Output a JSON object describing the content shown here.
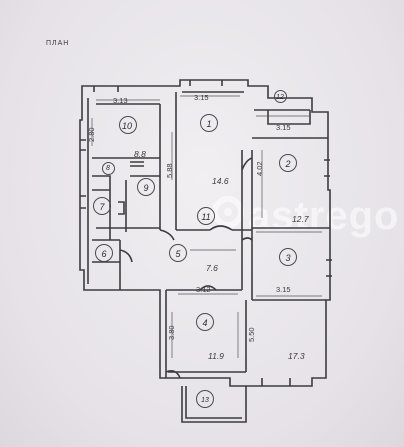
{
  "header": {
    "title": "ПЛАН"
  },
  "watermark": {
    "text": "astrego"
  },
  "dimensions": {
    "d_313": "3.13",
    "d_315_top": "3.15",
    "d_315_right": "3.15",
    "d_280": "2.80",
    "d_588": "5.88",
    "d_402": "4.02",
    "d_312": "3.12",
    "d_315_mid": "3.15",
    "d_380": "3.80",
    "d_550": "5.50"
  },
  "areas": {
    "a_88": "8.8",
    "a_146": "14.6",
    "a_127": "12.7",
    "a_76": "7.6",
    "a_119": "11.9",
    "a_173": "17.3"
  },
  "rooms": {
    "r1": "1",
    "r2": "2",
    "r3": "3",
    "r4": "4",
    "r5": "5",
    "r6": "6",
    "r7": "7",
    "r8": "8",
    "r9": "9",
    "r10": "10",
    "r11": "11",
    "r12": "12",
    "r13": "13"
  }
}
